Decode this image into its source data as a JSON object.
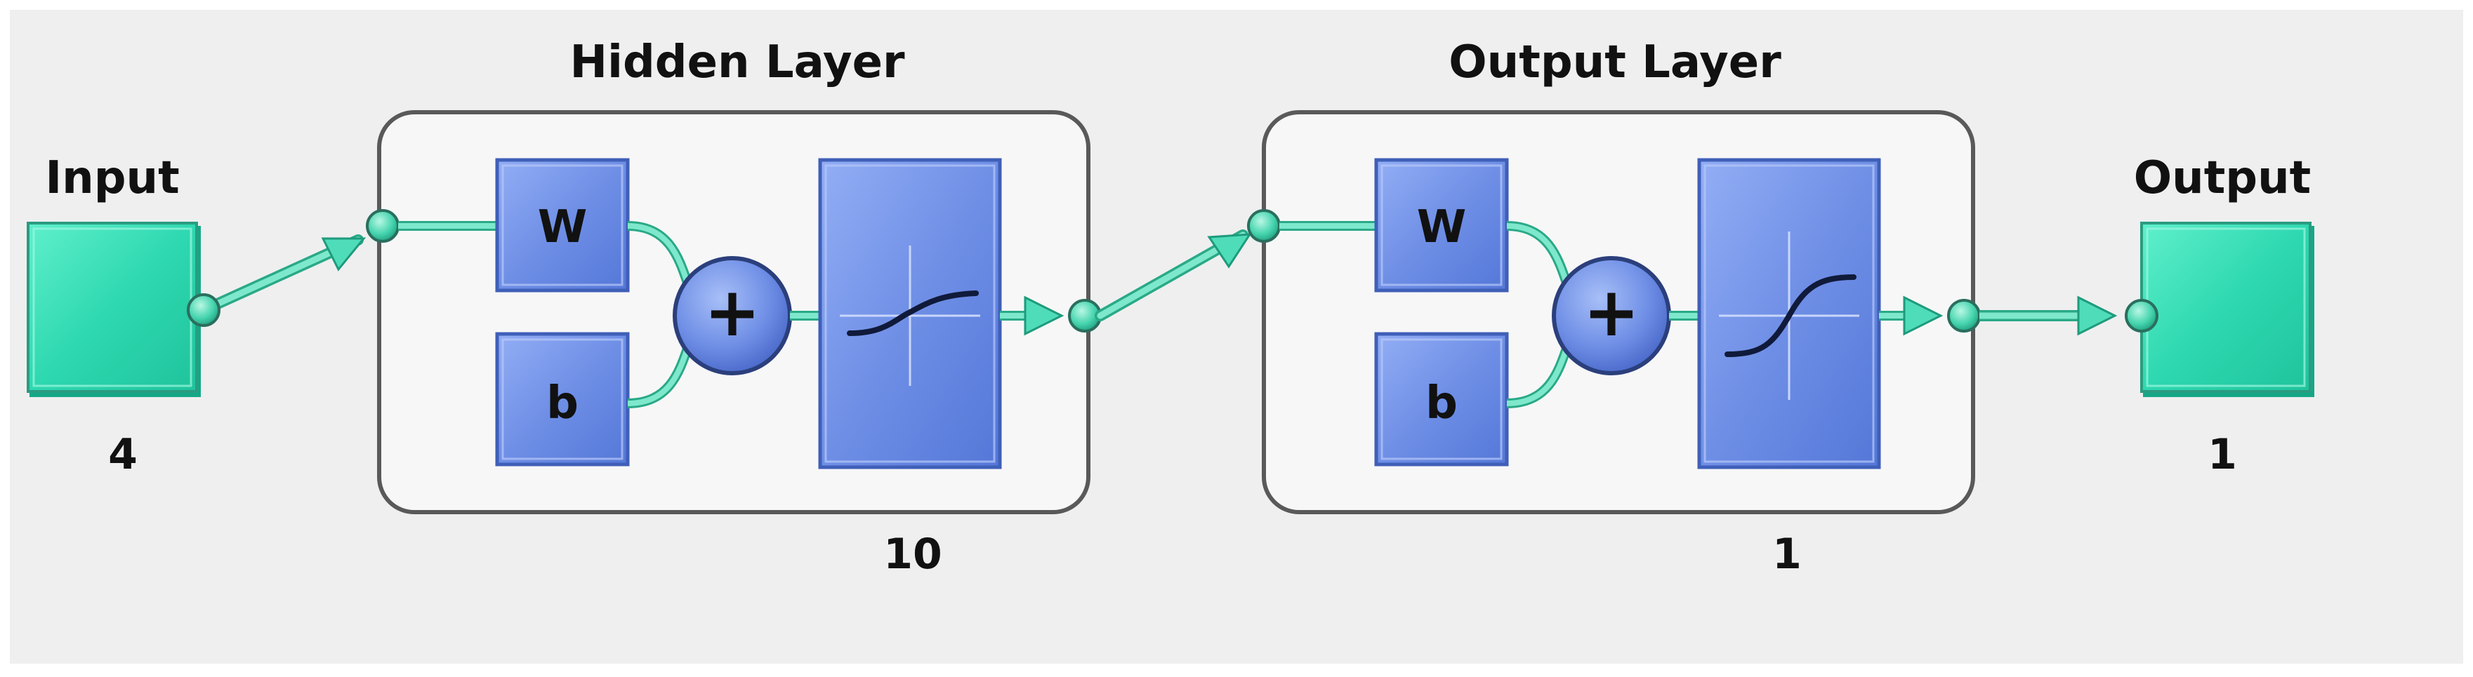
{
  "diagram": {
    "input": {
      "label": "Input",
      "size": "4"
    },
    "hidden_layer": {
      "title": "Hidden Layer",
      "weight_label": "W",
      "bias_label": "b",
      "sum_symbol": "+",
      "transfer": "tansig",
      "size": "10"
    },
    "output_layer": {
      "title": "Output Layer",
      "weight_label": "W",
      "bias_label": "b",
      "sum_symbol": "+",
      "transfer": "logsig",
      "size": "1"
    },
    "output": {
      "label": "Output",
      "size": "1"
    }
  },
  "colors": {
    "background": "#efefef",
    "node_green": "#2ed8b0",
    "node_green_dark": "#15a887",
    "block_blue": "#6f8fe6",
    "block_blue_dark": "#3f5fb8",
    "layer_frame": "#595959",
    "layer_fill": "#f7f7f7",
    "connector": "#4fdcb9"
  }
}
